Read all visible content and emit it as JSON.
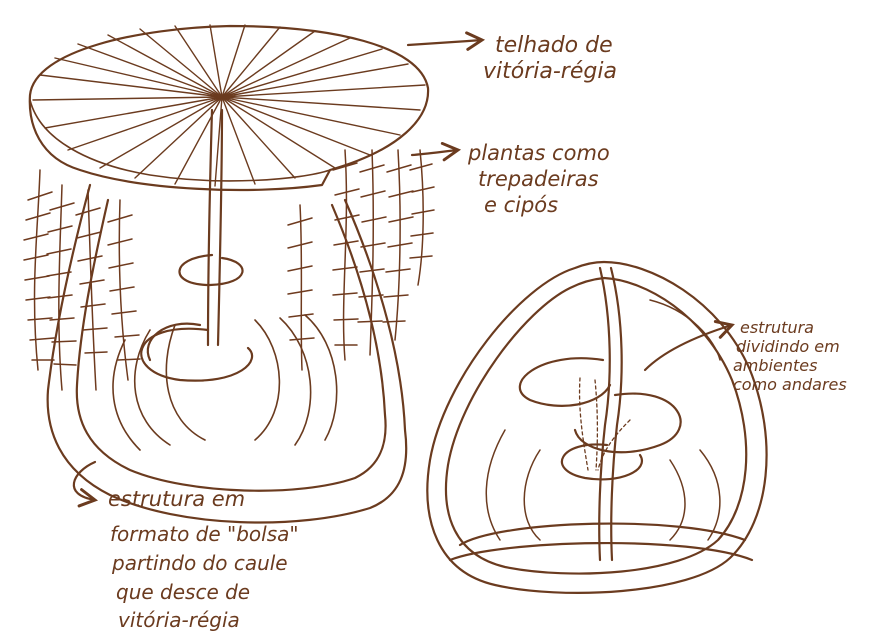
{
  "colors": {
    "ink": "#6b3b1f",
    "leaf": "#6e3a1e",
    "background": "#ffffff"
  },
  "annotations": {
    "roof_line1": "telhado de",
    "roof_line2": "vitória-régia",
    "plants_line1": "plantas como",
    "plants_line2": "trepadeiras",
    "plants_line3": "e cipós",
    "structure_line1": "estrutura",
    "structure_line2": "dividindo em",
    "structure_line3": "ambientes",
    "structure_line4": "como andares",
    "bag_line1": "estrutura em",
    "bag_line2": "formato de \"bolsa\"",
    "bag_line3": "partindo do caule",
    "bag_line4": "que desce de",
    "bag_line5": "vitória-régia"
  }
}
